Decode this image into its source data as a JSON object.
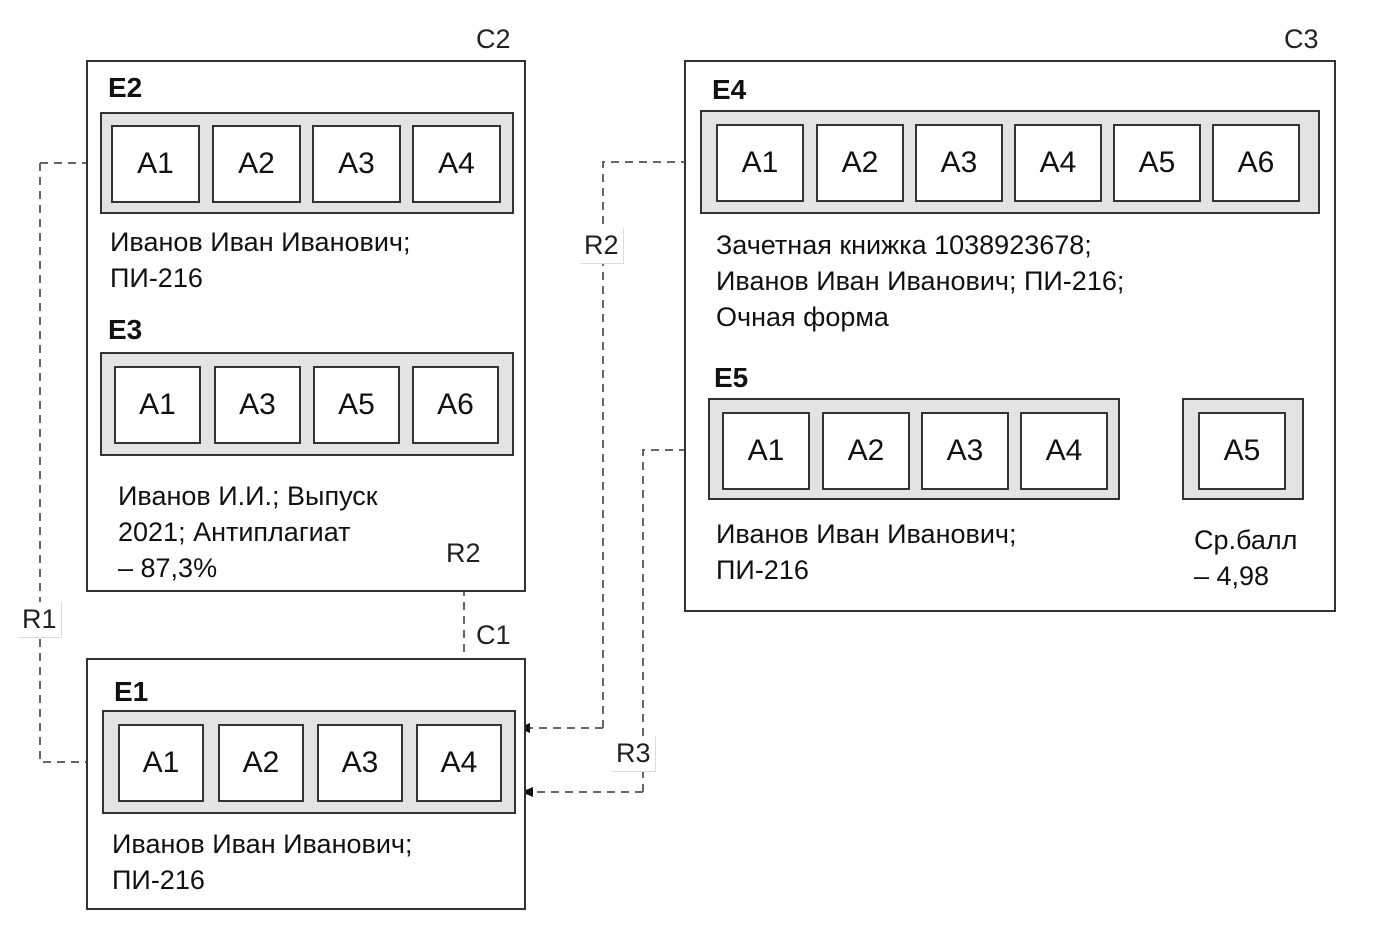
{
  "diagram": {
    "containers": {
      "c2": "C2",
      "c3": "C3",
      "c1": "C1"
    },
    "entities": {
      "e2": {
        "label": "E2",
        "attributes": [
          "A1",
          "A2",
          "A3",
          "A4"
        ],
        "desc": [
          "Иванов Иван Иванович;",
          "ПИ-216"
        ]
      },
      "e3": {
        "label": "E3",
        "attributes": [
          "A1",
          "A3",
          "A5",
          "A6"
        ],
        "desc": [
          "Иванов И.И.; Выпуск",
          "2021; Антиплагиат",
          "– 87,3%"
        ]
      },
      "e1": {
        "label": "E1",
        "attributes": [
          "A1",
          "A2",
          "A3",
          "A4"
        ],
        "desc": [
          "Иванов Иван Иванович;",
          "ПИ-216"
        ]
      },
      "e4": {
        "label": "E4",
        "attributes": [
          "A1",
          "A2",
          "A3",
          "A4",
          "A5",
          "A6"
        ],
        "desc": [
          "Зачетная книжка 1038923678;",
          "Иванов Иван Иванович; ПИ-216;",
          "Очная форма"
        ]
      },
      "e5": {
        "label": "E5",
        "attributes": [
          "A1",
          "A2",
          "A3",
          "A4"
        ],
        "extra_attribute": "A5",
        "desc": [
          "Иванов Иван Иванович;",
          "ПИ-216"
        ],
        "extra_desc": [
          "Ср.балл",
          "– 4,98"
        ]
      }
    },
    "relations": {
      "r1": "R1",
      "r2_left": "R2",
      "r2_mid": "R2",
      "r3": "R3"
    }
  }
}
